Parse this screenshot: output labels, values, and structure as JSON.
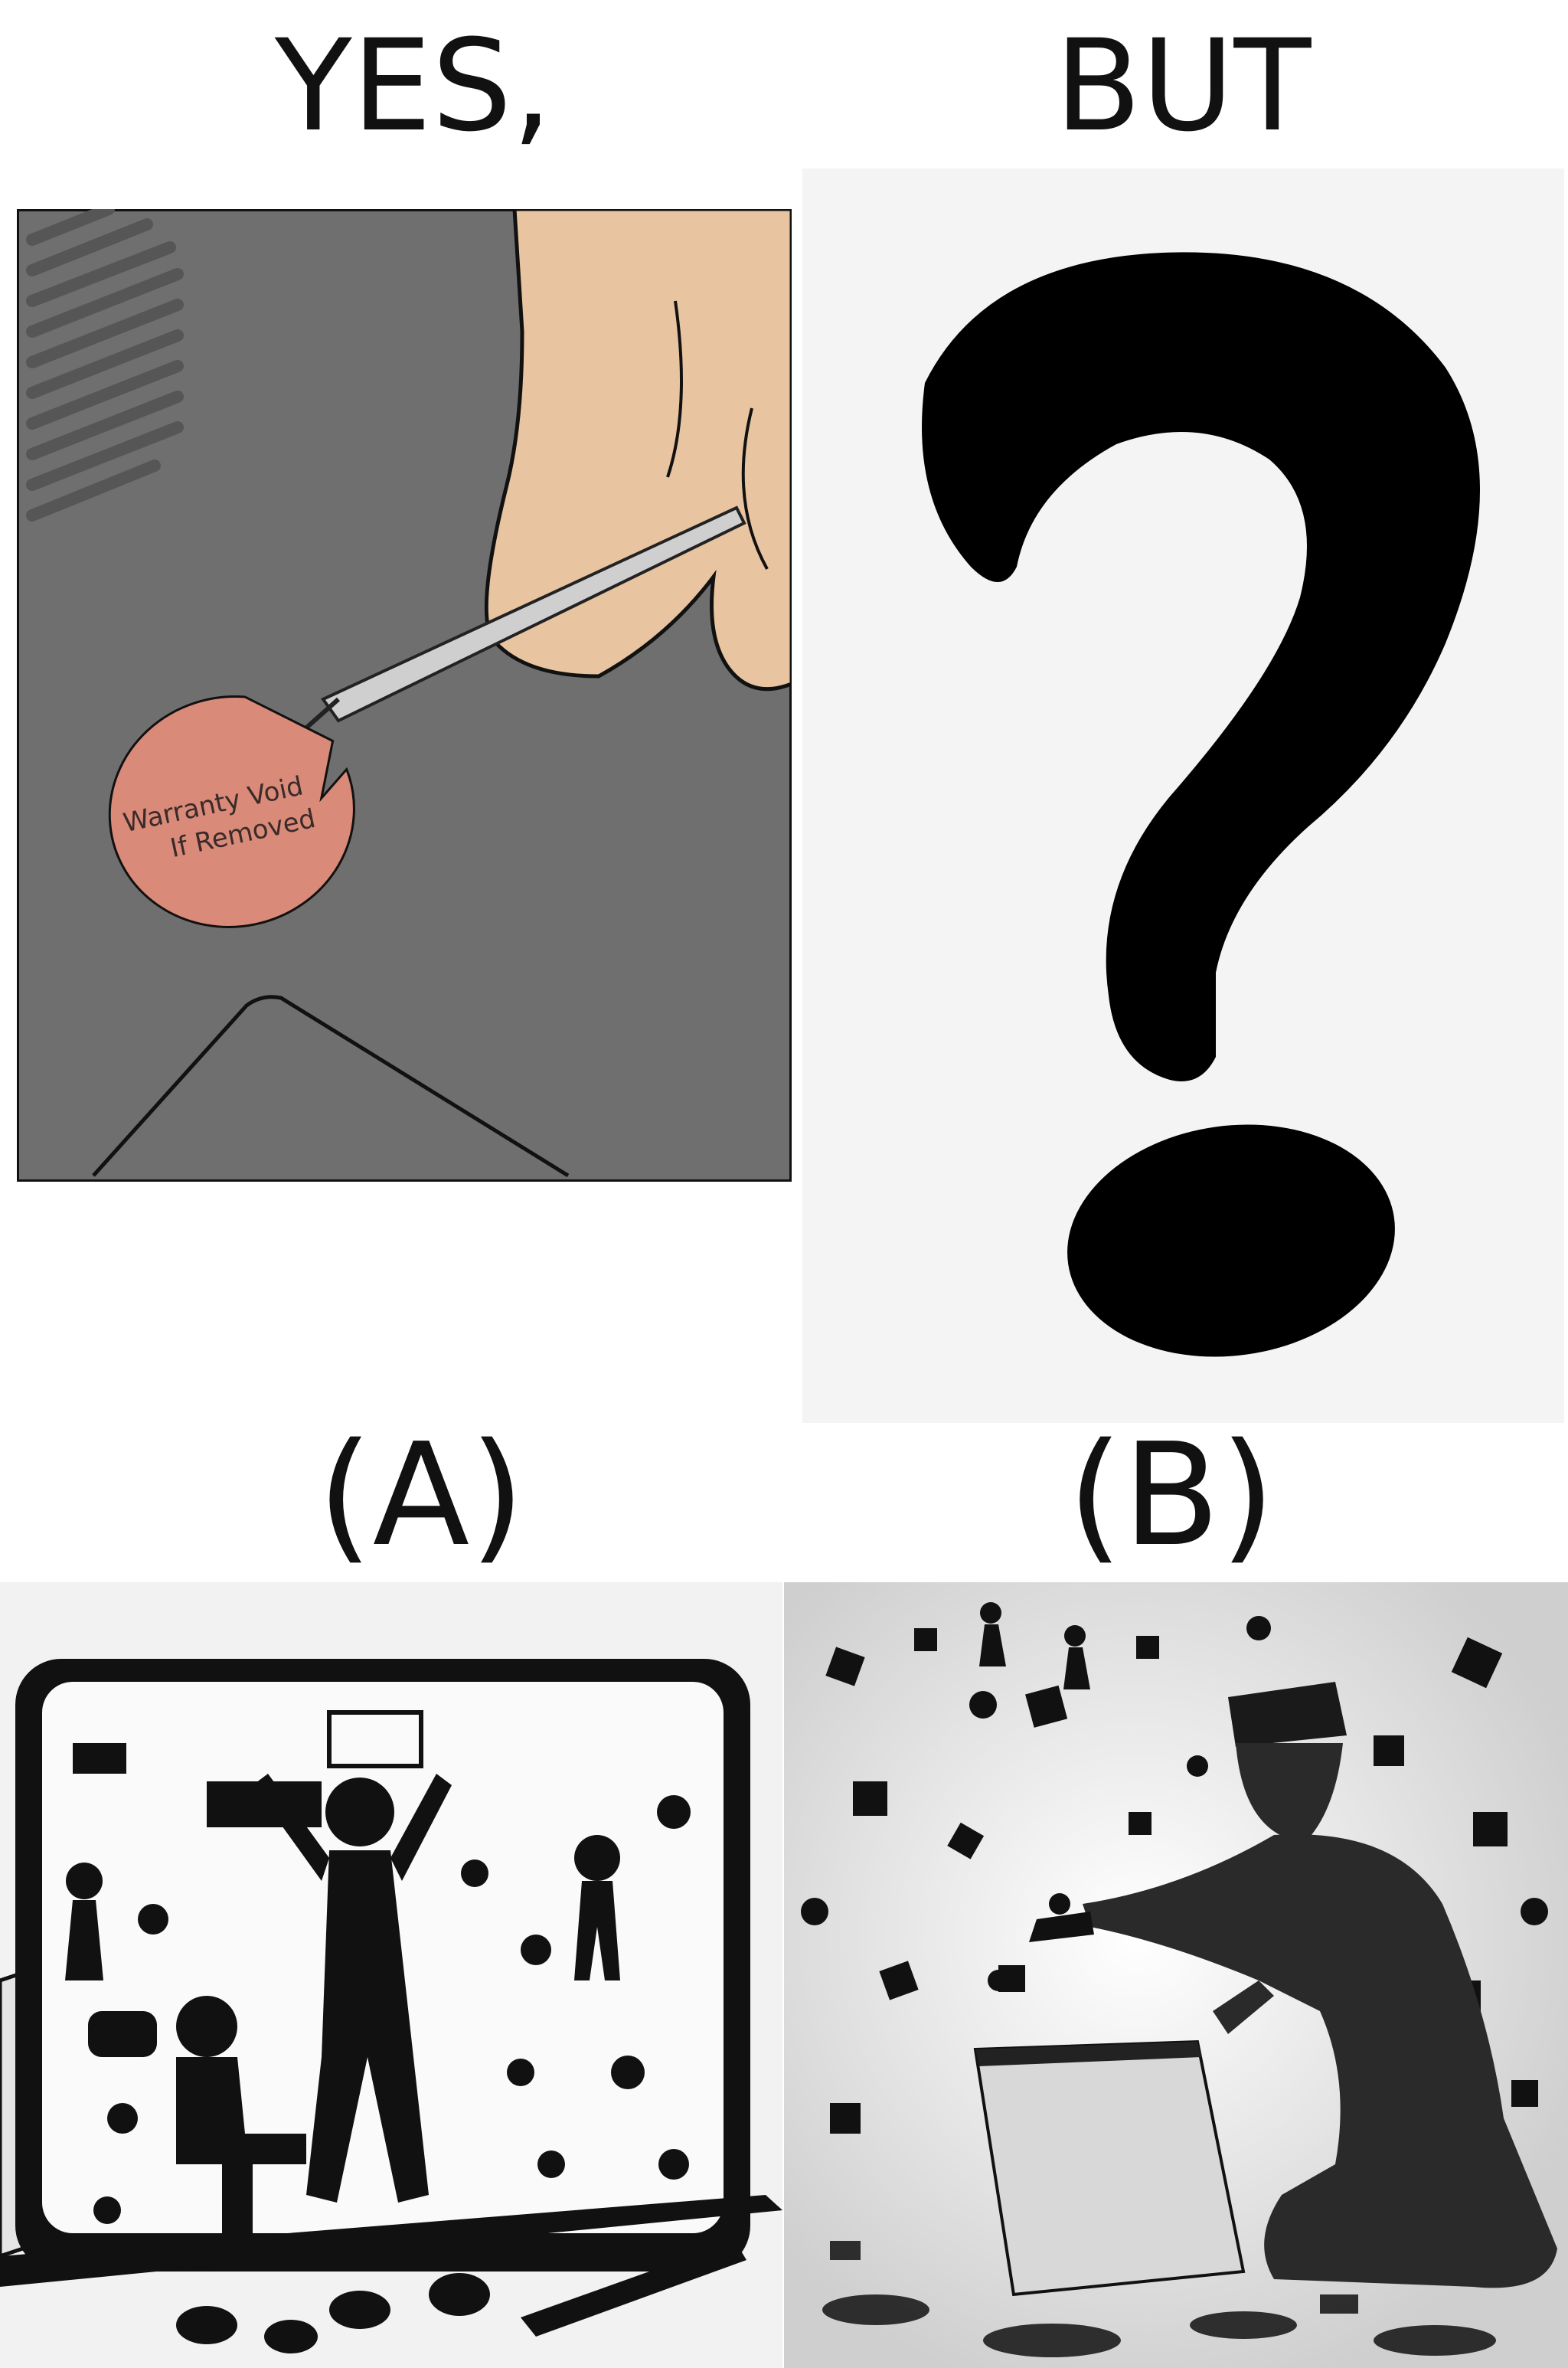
{
  "headings": {
    "top_left": "YES,",
    "top_right": "BUT",
    "label_a": "(A)",
    "label_b": "(B)"
  },
  "panel_a": {
    "sticker_line1": "Warranty Void",
    "sticker_line2": "If Removed",
    "colors": {
      "laptop": "#6f6f6f",
      "sticker": "#d98a78",
      "skin": "#e8c4a0"
    }
  },
  "panel_b": {
    "icon": "question-mark-icon",
    "colors": {
      "mark": "#000000",
      "background": "#f4f4f4"
    }
  },
  "panel_c": {
    "icon": "sticker-covered-laptop-icon",
    "colors": {
      "ink": "#111111",
      "background": "#f2f2f2"
    }
  },
  "panel_d": {
    "icon": "person-peeling-stickers-icon",
    "colors": {
      "ink": "#1a1a1a",
      "background": "#e9e9e9"
    }
  }
}
